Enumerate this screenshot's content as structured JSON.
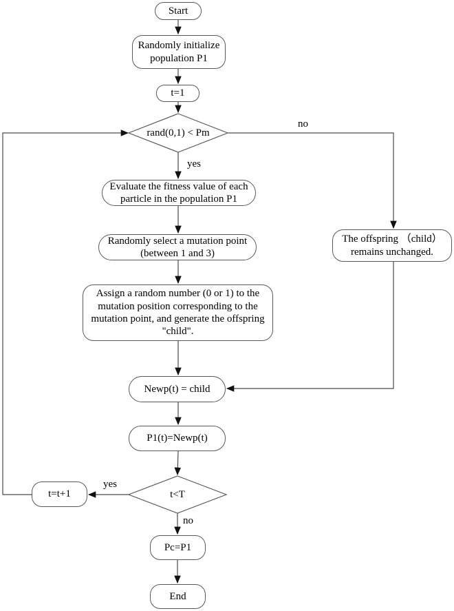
{
  "flowchart": {
    "nodes": {
      "start": {
        "label": "Start",
        "type": "terminator"
      },
      "init": {
        "label": "Randomly initialize population P1",
        "type": "process"
      },
      "t1": {
        "label": "t=1",
        "type": "process"
      },
      "decision_mutation": {
        "label": "rand(0,1) < Pm",
        "type": "decision"
      },
      "evaluate": {
        "label": "Evaluate the fitness value of each particle in the population P1",
        "type": "process"
      },
      "select_point": {
        "label": "Randomly select a mutation point (between 1 and 3)",
        "type": "process"
      },
      "assign": {
        "label": "Assign a random number (0 or 1) to the mutation position corresponding to the mutation point, and generate the offspring \"child\".",
        "type": "process"
      },
      "offspring": {
        "label": "The offspring （child） remains unchanged.",
        "type": "process"
      },
      "newp": {
        "label": "Newp(t) = child",
        "type": "process"
      },
      "p1t": {
        "label": "P1(t)=Newp(t)",
        "type": "process"
      },
      "decision_loop": {
        "label": "t<T",
        "type": "decision"
      },
      "increment": {
        "label": "t=t+1",
        "type": "process"
      },
      "pc": {
        "label": "Pc=P1",
        "type": "process"
      },
      "end": {
        "label": "End",
        "type": "terminator"
      }
    },
    "edge_labels": {
      "mutation_no": "no",
      "mutation_yes": "yes",
      "loop_yes": "yes",
      "loop_no": "no"
    },
    "colors": {
      "line": "#4a4a4a",
      "arrowhead": "#111111",
      "node_border": "#595959",
      "text": "#000000",
      "background": "#ffffff"
    }
  }
}
